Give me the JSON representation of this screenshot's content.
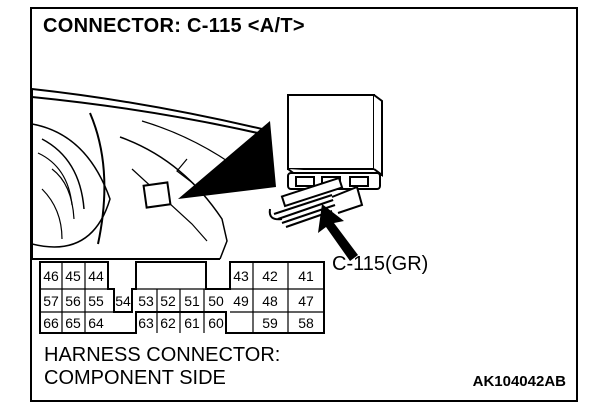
{
  "title": "CONNECTOR: C-115 <A/T>",
  "callout": "C-115(GR)",
  "caption": {
    "line1": "HARNESS CONNECTOR:",
    "line2": "COMPONENT SIDE"
  },
  "figure_code": "AK104042AB",
  "connector": {
    "block_left": {
      "row1": [
        "46",
        "45",
        "44"
      ],
      "row2": [
        "57",
        "56",
        "55"
      ],
      "row3": [
        "66",
        "65",
        "64"
      ]
    },
    "middle_pin": "54",
    "block_center": {
      "row2": [
        "53",
        "52",
        "51",
        "50"
      ],
      "row3": [
        "63",
        "62",
        "61",
        "60"
      ]
    },
    "block_right": {
      "row1": [
        "43",
        "42",
        "41"
      ],
      "row2": [
        "49",
        "48",
        "47"
      ],
      "row3": [
        "59",
        "58"
      ]
    }
  }
}
